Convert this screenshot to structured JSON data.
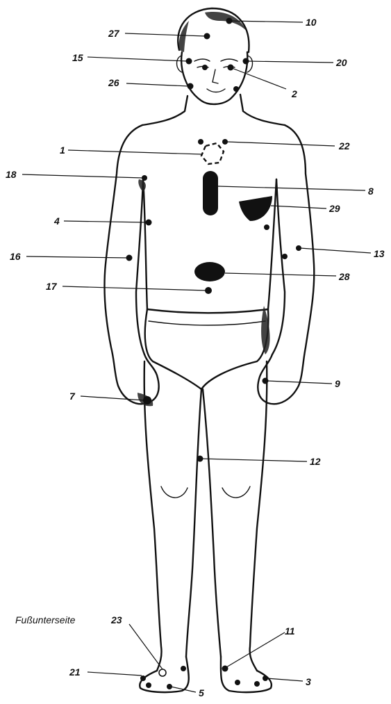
{
  "caption": "Fußunterseite",
  "points": [
    {
      "id": "p10",
      "label": "10"
    },
    {
      "id": "p27",
      "label": "27"
    },
    {
      "id": "p15",
      "label": "15"
    },
    {
      "id": "p20",
      "label": "20"
    },
    {
      "id": "p2",
      "label": "2"
    },
    {
      "id": "p26",
      "label": "26"
    },
    {
      "id": "p1",
      "label": "1"
    },
    {
      "id": "p22",
      "label": "22"
    },
    {
      "id": "p18",
      "label": "18"
    },
    {
      "id": "p8",
      "label": "8"
    },
    {
      "id": "p29",
      "label": "29"
    },
    {
      "id": "p4",
      "label": "4"
    },
    {
      "id": "p13",
      "label": "13"
    },
    {
      "id": "p16",
      "label": "16"
    },
    {
      "id": "p28",
      "label": "28"
    },
    {
      "id": "p17",
      "label": "17"
    },
    {
      "id": "p9",
      "label": "9"
    },
    {
      "id": "p7",
      "label": "7"
    },
    {
      "id": "p12",
      "label": "12"
    },
    {
      "id": "p11",
      "label": "11"
    },
    {
      "id": "p23",
      "label": "23"
    },
    {
      "id": "p21",
      "label": "21"
    },
    {
      "id": "p3",
      "label": "3"
    },
    {
      "id": "p5",
      "label": "5"
    }
  ]
}
